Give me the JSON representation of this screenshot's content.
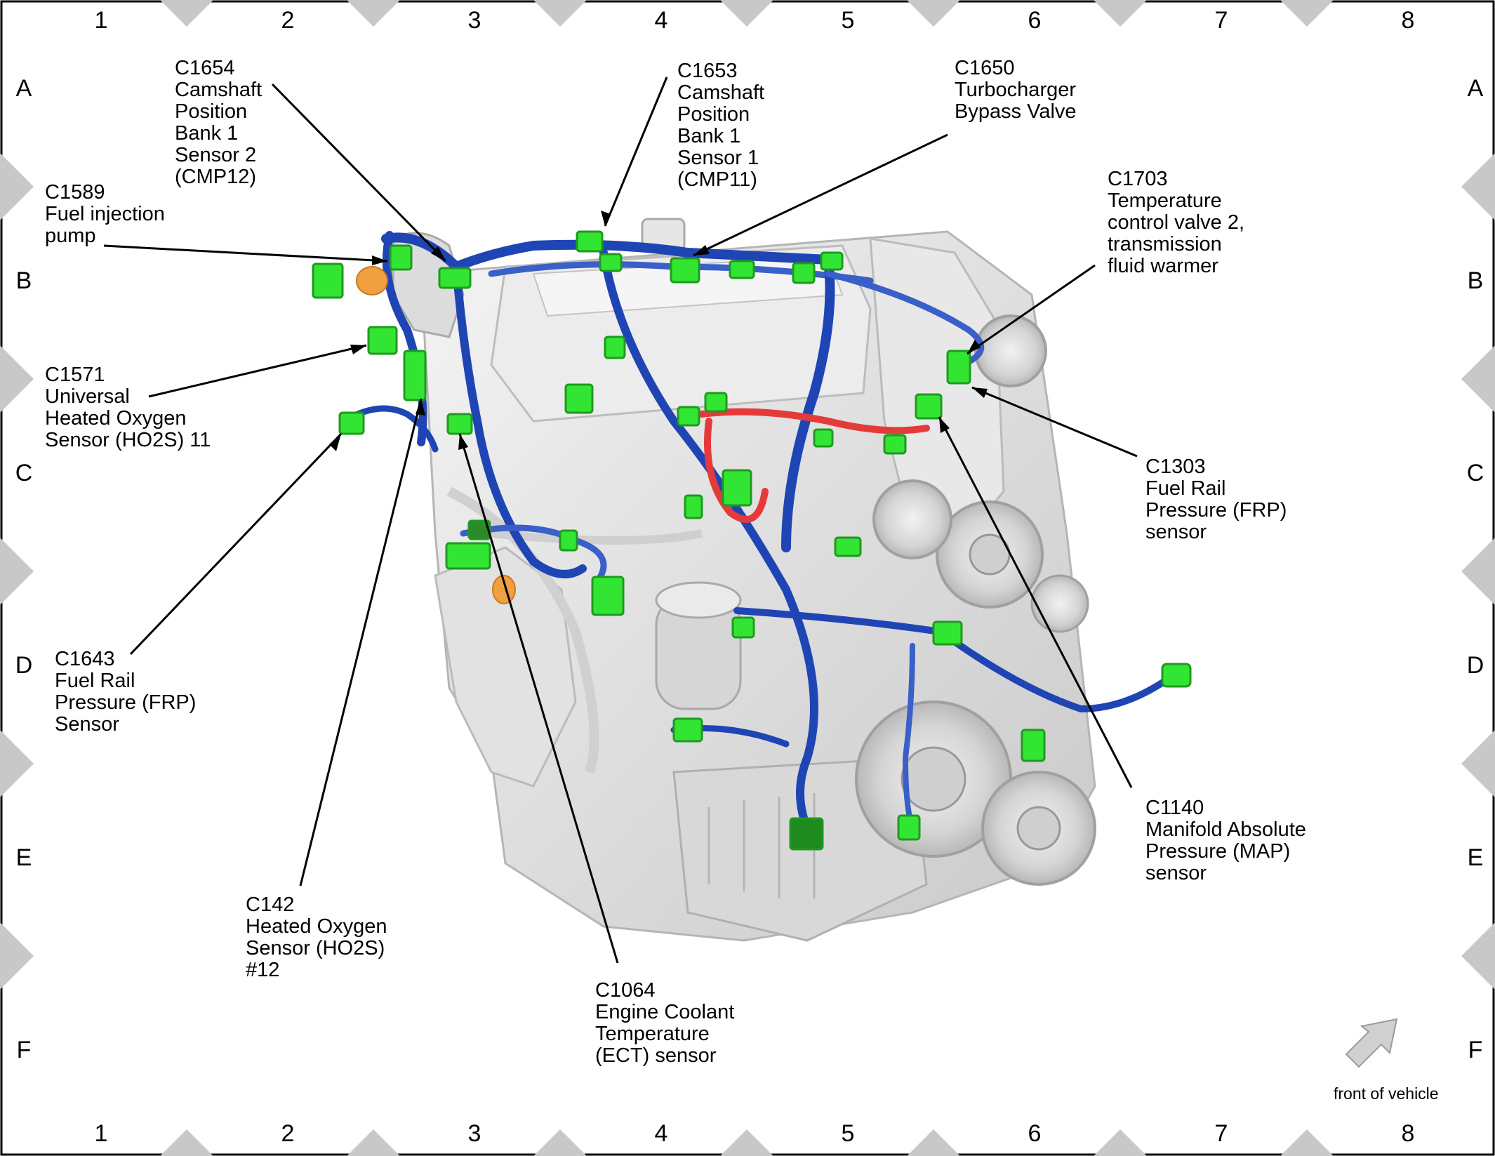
{
  "grid": {
    "columns": [
      "1",
      "2",
      "3",
      "4",
      "5",
      "6",
      "7",
      "8"
    ],
    "rows": [
      "A",
      "B",
      "C",
      "D",
      "E",
      "F"
    ]
  },
  "callouts": [
    {
      "id": "c1654",
      "lines": [
        "C1654",
        "Camshaft",
        "Position",
        "Bank 1",
        "Sensor 2",
        "(CMP12)"
      ]
    },
    {
      "id": "c1653",
      "lines": [
        "C1653",
        "Camshaft",
        "Position",
        "Bank 1",
        "Sensor 1",
        "(CMP11)"
      ]
    },
    {
      "id": "c1650",
      "lines": [
        "C1650",
        "Turbocharger",
        "Bypass Valve"
      ]
    },
    {
      "id": "c1589",
      "lines": [
        "C1589",
        "Fuel injection",
        "pump"
      ]
    },
    {
      "id": "c1703",
      "lines": [
        "C1703",
        "Temperature",
        "control valve 2,",
        "transmission",
        "fluid warmer"
      ]
    },
    {
      "id": "c1571",
      "lines": [
        "C1571",
        "Universal",
        "Heated Oxygen",
        "Sensor (HO2S) 11"
      ]
    },
    {
      "id": "c1303",
      "lines": [
        "C1303",
        "Fuel Rail",
        "Pressure (FRP)",
        "sensor"
      ]
    },
    {
      "id": "c1643",
      "lines": [
        "C1643",
        "Fuel Rail",
        "Pressure (FRP)",
        "Sensor"
      ]
    },
    {
      "id": "c1140",
      "lines": [
        "C1140",
        "Manifold Absolute",
        "Pressure (MAP)",
        "sensor"
      ]
    },
    {
      "id": "c142",
      "lines": [
        "C142",
        "Heated Oxygen",
        "Sensor (HO2S)",
        "#12"
      ]
    },
    {
      "id": "c1064",
      "lines": [
        "C1064",
        "Engine Coolant",
        "Temperature",
        "(ECT) sensor"
      ]
    }
  ],
  "front_of_vehicle": "front of vehicle",
  "colors": {
    "harness": "#1f45b5",
    "connector": "#33e533",
    "red_harness": "#e53a3a",
    "orange_part": "#f0a040",
    "engine_body": "#e4e4e4",
    "frame_diamond": "#c8c8c8"
  }
}
